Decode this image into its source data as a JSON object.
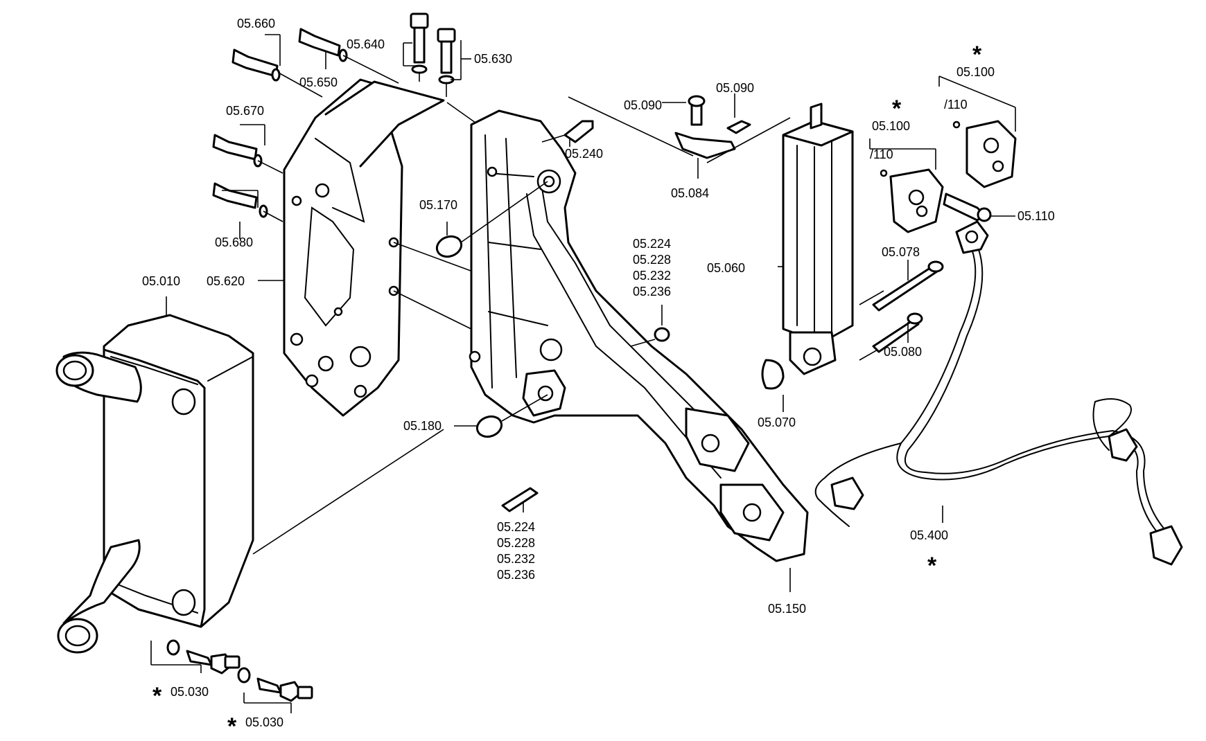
{
  "colors": {
    "background": "#ffffff",
    "line": "#000000"
  },
  "labels": {
    "p05660": "05.660",
    "p05650": "05.650",
    "p05640": "05.640",
    "p05630": "05.630",
    "p05670": "05.670",
    "p05680": "05.680",
    "p05620": "05.620",
    "p05010": "05.010",
    "p05240": "05.240",
    "p05170": "05.170",
    "p05090a": "05.090",
    "p05090b": "05.090",
    "p05084": "05.084",
    "p05224_group_top": [
      "05.224",
      "05.228",
      "05.232",
      "05.236"
    ],
    "p05224_group_bottom": [
      "05.224",
      "05.228",
      "05.232",
      "05.236"
    ],
    "p05180": "05.180",
    "p05060": "05.060",
    "p05078": "05.078",
    "p05080": "05.080",
    "p05070": "05.070",
    "p05100a": "05.100",
    "p05100b": "05.100",
    "p110a": "/110",
    "p110b": "/110",
    "p05110": "05.110",
    "p05400": "05.400",
    "p05150": "05.150",
    "p05030a": "05.030",
    "p05030b": "05.030",
    "star": "*"
  }
}
